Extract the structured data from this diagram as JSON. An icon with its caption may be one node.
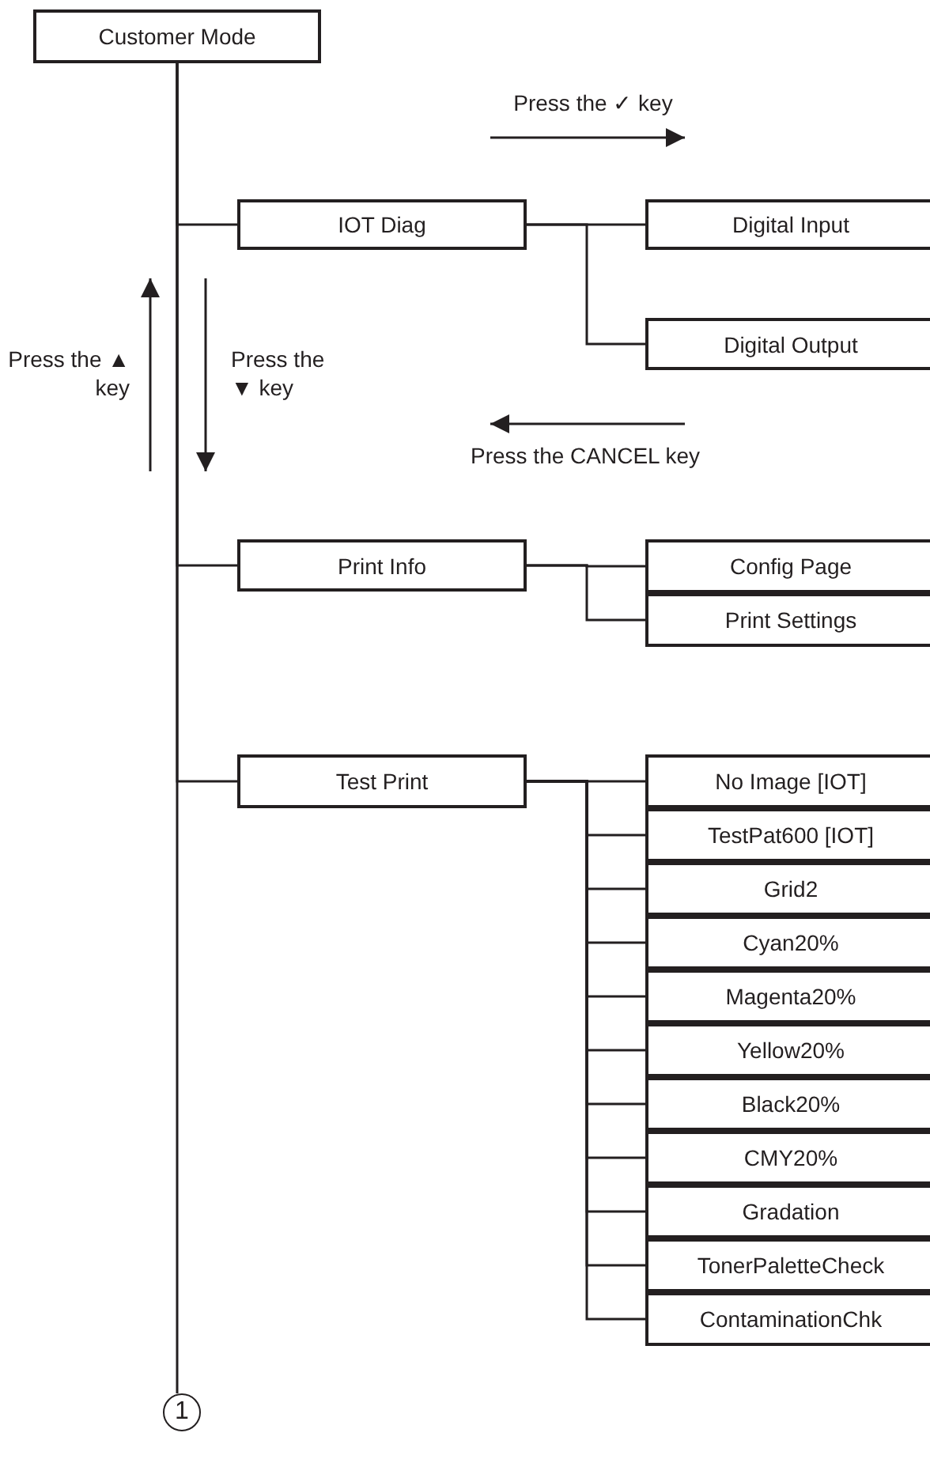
{
  "diagram": {
    "nodes": [
      {
        "text": [
          "Customer Mode"
        ]
      },
      {
        "text": [
          "IOT Diag"
        ]
      },
      {
        "text": [
          "Digital Input"
        ]
      },
      {
        "text": [
          "Digital Output"
        ]
      },
      {
        "text": [
          "Print Info"
        ]
      },
      {
        "text": [
          "Config Page"
        ]
      },
      {
        "text": [
          "Print Settings"
        ]
      },
      {
        "text": [
          "Test Print"
        ]
      },
      {
        "text": [
          "No Image [IOT]"
        ]
      },
      {
        "text": [
          "TestPat600 [IOT]"
        ]
      },
      {
        "text": [
          "Grid2"
        ]
      },
      {
        "text": [
          "Cyan20%"
        ]
      },
      {
        "text": [
          "Magenta20%"
        ]
      },
      {
        "text": [
          "Yellow20%"
        ]
      },
      {
        "text": [
          "Black20%"
        ]
      },
      {
        "text": [
          "CMY20%"
        ]
      },
      {
        "text": [
          "Gradation"
        ]
      },
      {
        "text": [
          "TonerPaletteCheck"
        ]
      },
      {
        "text": [
          "ContaminationChk"
        ]
      },
      {
        "text": [
          "1"
        ]
      }
    ],
    "edges": [
      {
        "from": 0,
        "to": 1,
        "arrow": "none"
      },
      {
        "from": 0,
        "to": 4,
        "arrow": "none"
      },
      {
        "from": 0,
        "to": 7,
        "arrow": "none"
      },
      {
        "from": 0,
        "to": 19,
        "arrow": "none"
      },
      {
        "from": 1,
        "to": 2,
        "arrow": "none"
      },
      {
        "from": 1,
        "to": 3,
        "arrow": "none"
      },
      {
        "from": 4,
        "to": 5,
        "arrow": "none"
      },
      {
        "from": 4,
        "to": 6,
        "arrow": "none"
      },
      {
        "from": 7,
        "to": 8,
        "arrow": "none"
      },
      {
        "from": 7,
        "to": 9,
        "arrow": "none"
      },
      {
        "from": 7,
        "to": 10,
        "arrow": "none"
      },
      {
        "from": 7,
        "to": 11,
        "arrow": "none"
      },
      {
        "from": 7,
        "to": 12,
        "arrow": "none"
      },
      {
        "from": 7,
        "to": 13,
        "arrow": "none"
      },
      {
        "from": 7,
        "to": 14,
        "arrow": "none"
      },
      {
        "from": 7,
        "to": 15,
        "arrow": "none"
      },
      {
        "from": 7,
        "to": 16,
        "arrow": "none"
      },
      {
        "from": 7,
        "to": 17,
        "arrow": "none"
      },
      {
        "from": 7,
        "to": 18,
        "arrow": "none"
      }
    ],
    "labels": [
      "Press the ✓ key",
      "Press the ▲ key",
      "Press the ▼ key",
      "Press the CANCEL key"
    ]
  }
}
